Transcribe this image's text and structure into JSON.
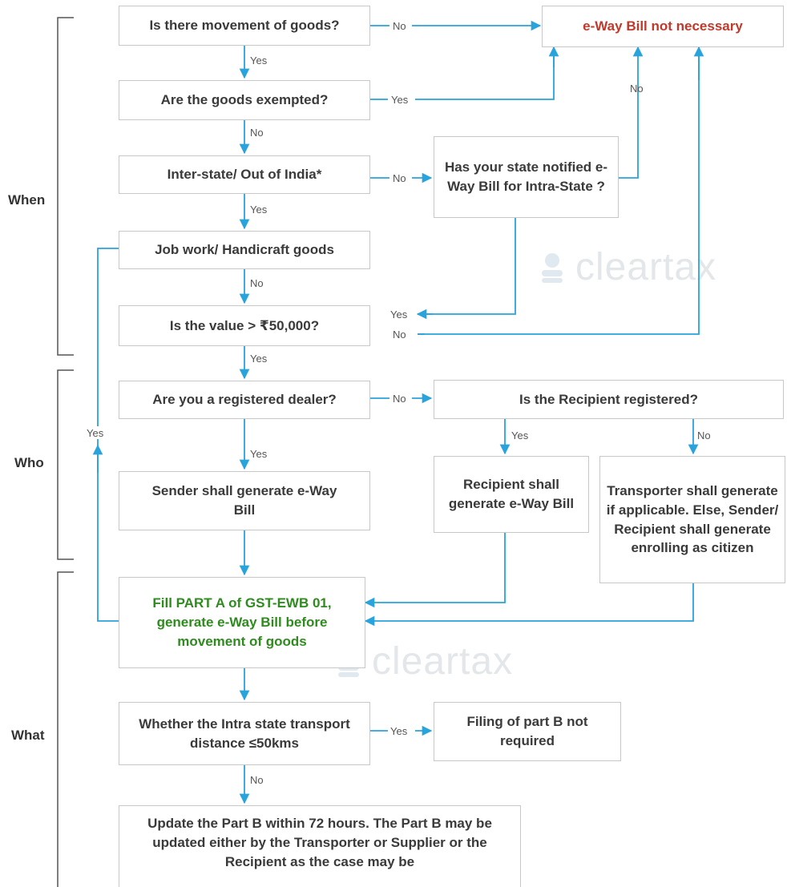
{
  "sections": {
    "when": "When",
    "who": "Who",
    "what": "What"
  },
  "nodes": {
    "movement": "Is there movement of goods?",
    "not_necessary": "e-Way Bill not necessary",
    "exempted": "Are the goods exempted?",
    "interstate": "Inter-state/ Out of India*",
    "state_notified": "Has your state notified e-Way Bill for Intra-State ?",
    "job_work": "Job work/ Handicraft goods",
    "value": "Is the value > ₹50,000?",
    "registered_dealer": "Are you a registered dealer?",
    "recipient_registered": "Is the Recipient registered?",
    "sender_generate": "Sender shall generate e-Way Bill",
    "recipient_generate": "Recipient shall generate e-Way Bill",
    "transporter_generate": "Transporter shall generate if applicable. Else, Sender/ Recipient shall generate enrolling as citizen",
    "fill_part_a": "Fill PART A of GST-EWB 01, generate e-Way Bill before movement of goods",
    "intra_distance": "Whether the Intra state transport distance ≤50kms",
    "part_b_not_required": "Filing of part B not required",
    "update_part_b": "Update the Part B within 72 hours. The Part B may be updated either by the Transporter or Supplier or the Recipient as the case may be"
  },
  "edge_labels": {
    "yes": "Yes",
    "no": "No"
  },
  "watermark": "cleartax",
  "colors": {
    "connector": "#29a3dc",
    "box_border": "#c8c8c8",
    "red_text": "#c0392b",
    "green_text": "#2e8b1e",
    "bracket": "#555555"
  }
}
